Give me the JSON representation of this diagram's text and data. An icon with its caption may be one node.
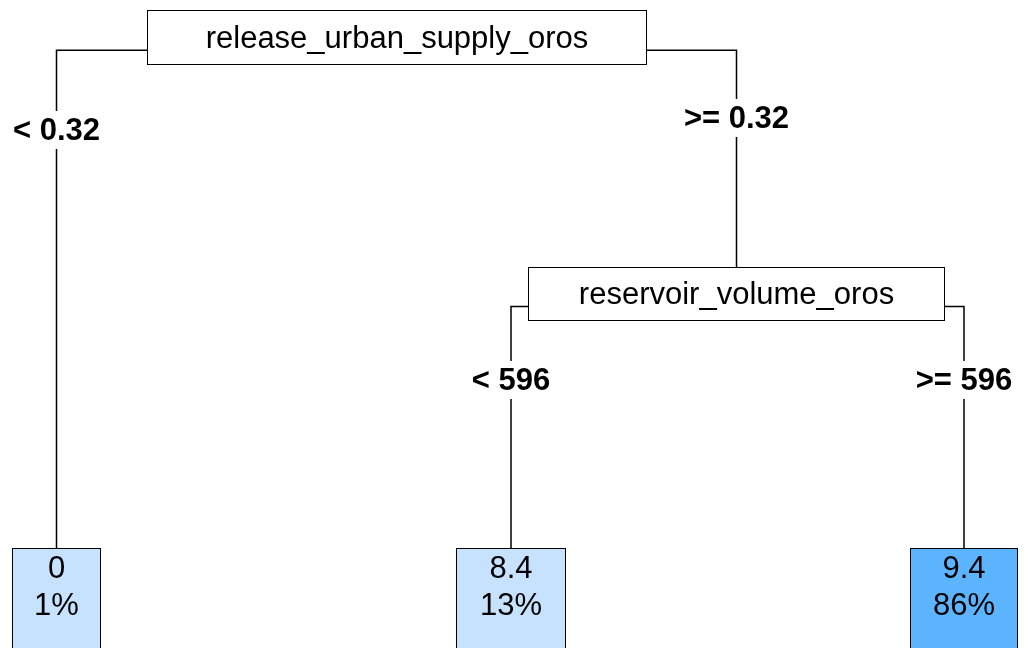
{
  "diagram": {
    "nodes": [
      {
        "text": [
          "release_urban_supply_oros"
        ]
      },
      {
        "text": [
          "reservoir_volume_oros"
        ]
      },
      {
        "text": [
          "0",
          "1%"
        ]
      },
      {
        "text": [
          "8.4",
          "13%"
        ]
      },
      {
        "text": [
          "9.4",
          "86%"
        ]
      }
    ],
    "edges": [
      {
        "from": 0,
        "to": 2,
        "arrow": "none",
        "label": "< 0.32"
      },
      {
        "from": 0,
        "to": 1,
        "arrow": "none",
        "label": ">= 0.32"
      },
      {
        "from": 1,
        "to": 3,
        "arrow": "none",
        "label": "< 596"
      },
      {
        "from": 1,
        "to": 4,
        "arrow": "none",
        "label": ">= 596"
      }
    ]
  }
}
